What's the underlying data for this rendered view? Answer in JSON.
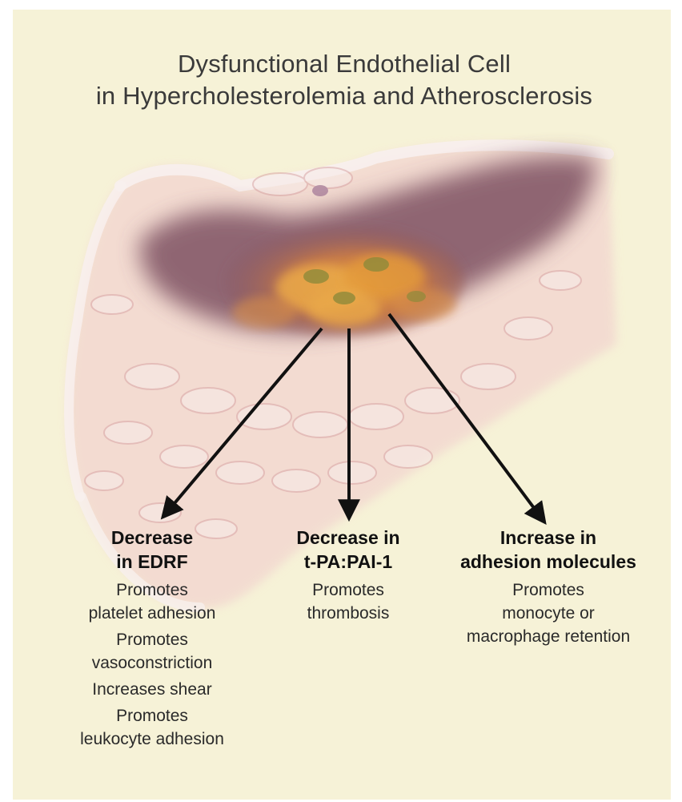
{
  "title": {
    "line1": "Dysfunctional Endothelial Cell",
    "line2": "in Hypercholesterolemia and Atherosclerosis"
  },
  "columns": [
    {
      "heading": [
        "Decrease",
        "in EDRF"
      ],
      "effects": [
        [
          "Promotes",
          "platelet adhesion"
        ],
        [
          "Promotes",
          "vasoconstriction"
        ],
        [
          "Increases shear"
        ],
        [
          "Promotes",
          "leukocyte adhesion"
        ]
      ]
    },
    {
      "heading": [
        "Decrease in",
        "t-PA:PAI-1"
      ],
      "effects": [
        [
          "Promotes",
          "thrombosis"
        ]
      ]
    },
    {
      "heading": [
        "Increase in",
        "adhesion molecules"
      ],
      "effects": [
        [
          "Promotes",
          "monocyte or",
          "macrophage retention"
        ]
      ]
    }
  ],
  "colors": {
    "background": "#f6f2d7",
    "tissue_pink": "#efc3c3",
    "lesion_dark": "#7a4a5c",
    "lesion_orange": "#e59a3c",
    "arrow": "#111111"
  }
}
